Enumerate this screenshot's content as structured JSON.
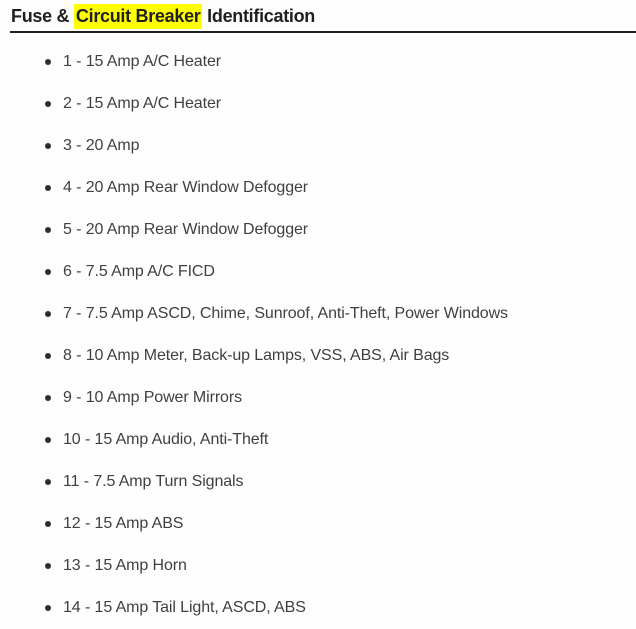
{
  "page": {
    "heading": {
      "prefix": "Fuse & ",
      "highlight": "Circuit Breaker",
      "suffix": " Identification"
    },
    "colors": {
      "highlight_bg": "#ffff00",
      "heading_text": "#1f1f1f",
      "rule": "#1f1f1f",
      "list_text": "#3f3f3f",
      "background": "#fefefe"
    },
    "list_items": [
      "1 - 15 Amp A/C Heater",
      "2 - 15 Amp A/C Heater",
      "3 - 20 Amp",
      "4 - 20 Amp Rear Window Defogger",
      "5 - 20 Amp Rear Window Defogger",
      "6 - 7.5 Amp A/C FICD",
      "7 - 7.5 Amp ASCD, Chime, Sunroof, Anti-Theft, Power Windows",
      "8 - 10 Amp Meter, Back-up Lamps, VSS, ABS, Air Bags",
      "9 - 10 Amp Power Mirrors",
      "10 - 15 Amp Audio, Anti-Theft",
      "11 - 7.5 Amp Turn Signals",
      "12 - 15 Amp ABS",
      "13 - 15 Amp Horn",
      "14 - 15 Amp Tail Light, ASCD, ABS"
    ]
  }
}
